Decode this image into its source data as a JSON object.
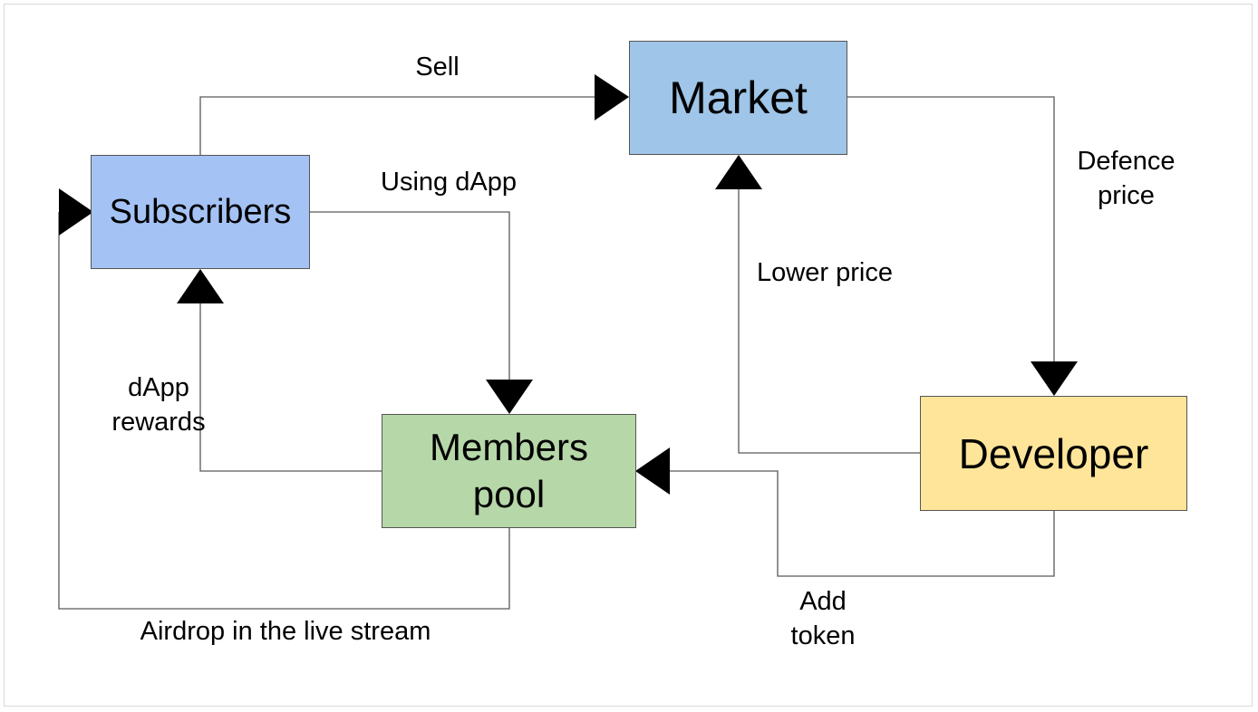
{
  "nodes": {
    "market": {
      "label": "Market",
      "fill": "#9fc5e8"
    },
    "subscribers": {
      "label": "Subscribers",
      "fill": "#a4c2f4"
    },
    "members_pool": {
      "label": "Members\npool",
      "fill": "#b6d7a8"
    },
    "developer": {
      "label": "Developer",
      "fill": "#ffe599"
    }
  },
  "edges": {
    "sell": {
      "from": "Subscribers",
      "to": "Market",
      "label": "Sell"
    },
    "using_dapp": {
      "from": "Subscribers",
      "to": "Members pool",
      "label": "Using dApp"
    },
    "defence_price": {
      "from": "Market",
      "to": "Developer",
      "label": "Defence\nprice"
    },
    "lower_price": {
      "from": "Developer",
      "to": "Market",
      "label": "Lower price"
    },
    "dapp_rewards": {
      "from": "Members pool",
      "to": "Subscribers",
      "label": "dApp\nrewards"
    },
    "airdrop": {
      "from": "Members pool",
      "to": "Subscribers",
      "label": "Airdrop in the live stream"
    },
    "add_token": {
      "from": "Developer",
      "to": "Members pool",
      "label": "Add\ntoken"
    }
  },
  "colors": {
    "line": "#595959",
    "arrowhead": "#000000",
    "border": "#555555"
  }
}
